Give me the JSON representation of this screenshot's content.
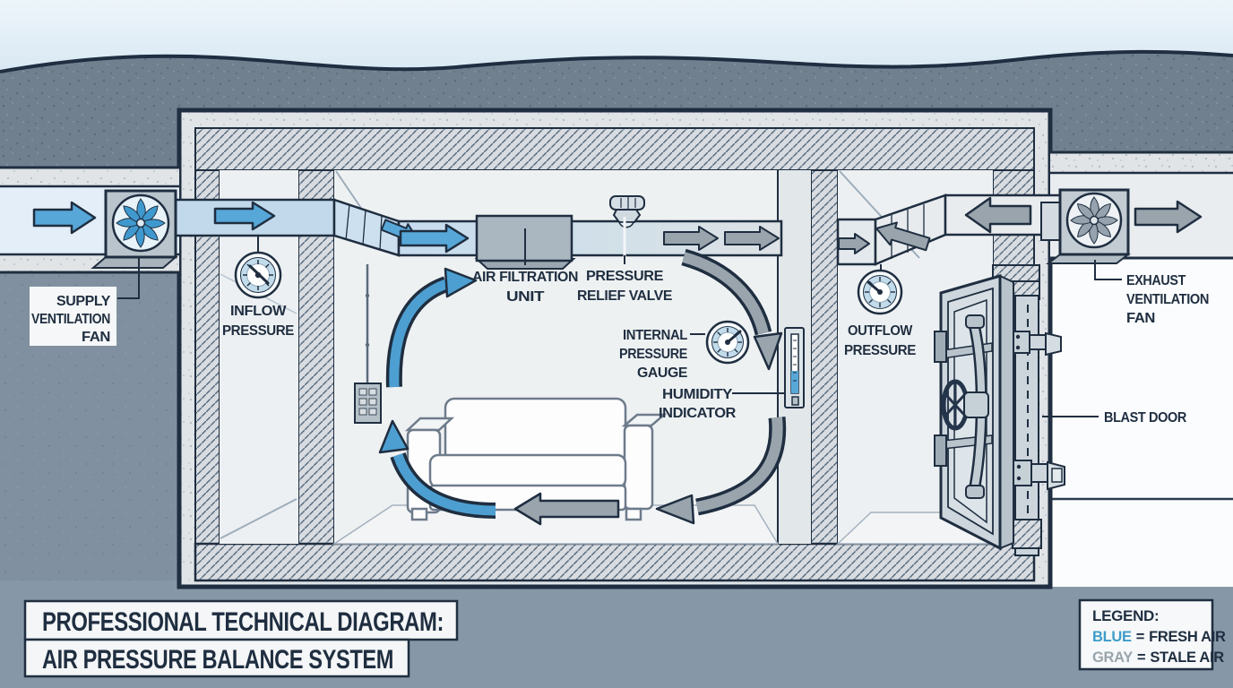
{
  "title": {
    "line1": "PROFESSIONAL TECHNICAL DIAGRAM:",
    "line2": "AIR PRESSURE BALANCE SYSTEM"
  },
  "legend": {
    "heading": "LEGEND:",
    "entries": [
      {
        "term": "BLUE",
        "equals": "=",
        "meaning": "FRESH AIR",
        "color": "#3e9cc9"
      },
      {
        "term": "GRAY",
        "equals": "=",
        "meaning": "STALE AIR",
        "color": "#9aa4ac"
      }
    ]
  },
  "labels": {
    "supply_fan": {
      "lines": [
        "SUPPLY",
        "VENTILATION",
        "FAN"
      ]
    },
    "inflow_pressure": {
      "lines": [
        "INFLOW",
        "PRESSURE"
      ]
    },
    "air_filtration_unit": {
      "lines": [
        "AIR FILTRATION",
        "UNIT"
      ]
    },
    "pressure_relief_valve": {
      "lines": [
        "PRESSURE",
        "RELIEF VALVE"
      ]
    },
    "internal_pressure_gauge": {
      "lines": [
        "INTERNAL",
        "PRESSURE",
        "GAUGE"
      ]
    },
    "humidity_indicator": {
      "lines": [
        "HUMIDITY",
        "INDICATOR"
      ]
    },
    "outflow_pressure": {
      "lines": [
        "OUTFLOW",
        "PRESSURE"
      ]
    },
    "exhaust_fan": {
      "lines": [
        "EXHAUST",
        "VENTILATION",
        "FAN"
      ]
    },
    "blast_door": {
      "lines": [
        "BLAST DOOR"
      ]
    }
  },
  "colors": {
    "fresh_air": "#57a7d8",
    "stale_air": "#99a4ad",
    "outline": "#1f2e40"
  }
}
